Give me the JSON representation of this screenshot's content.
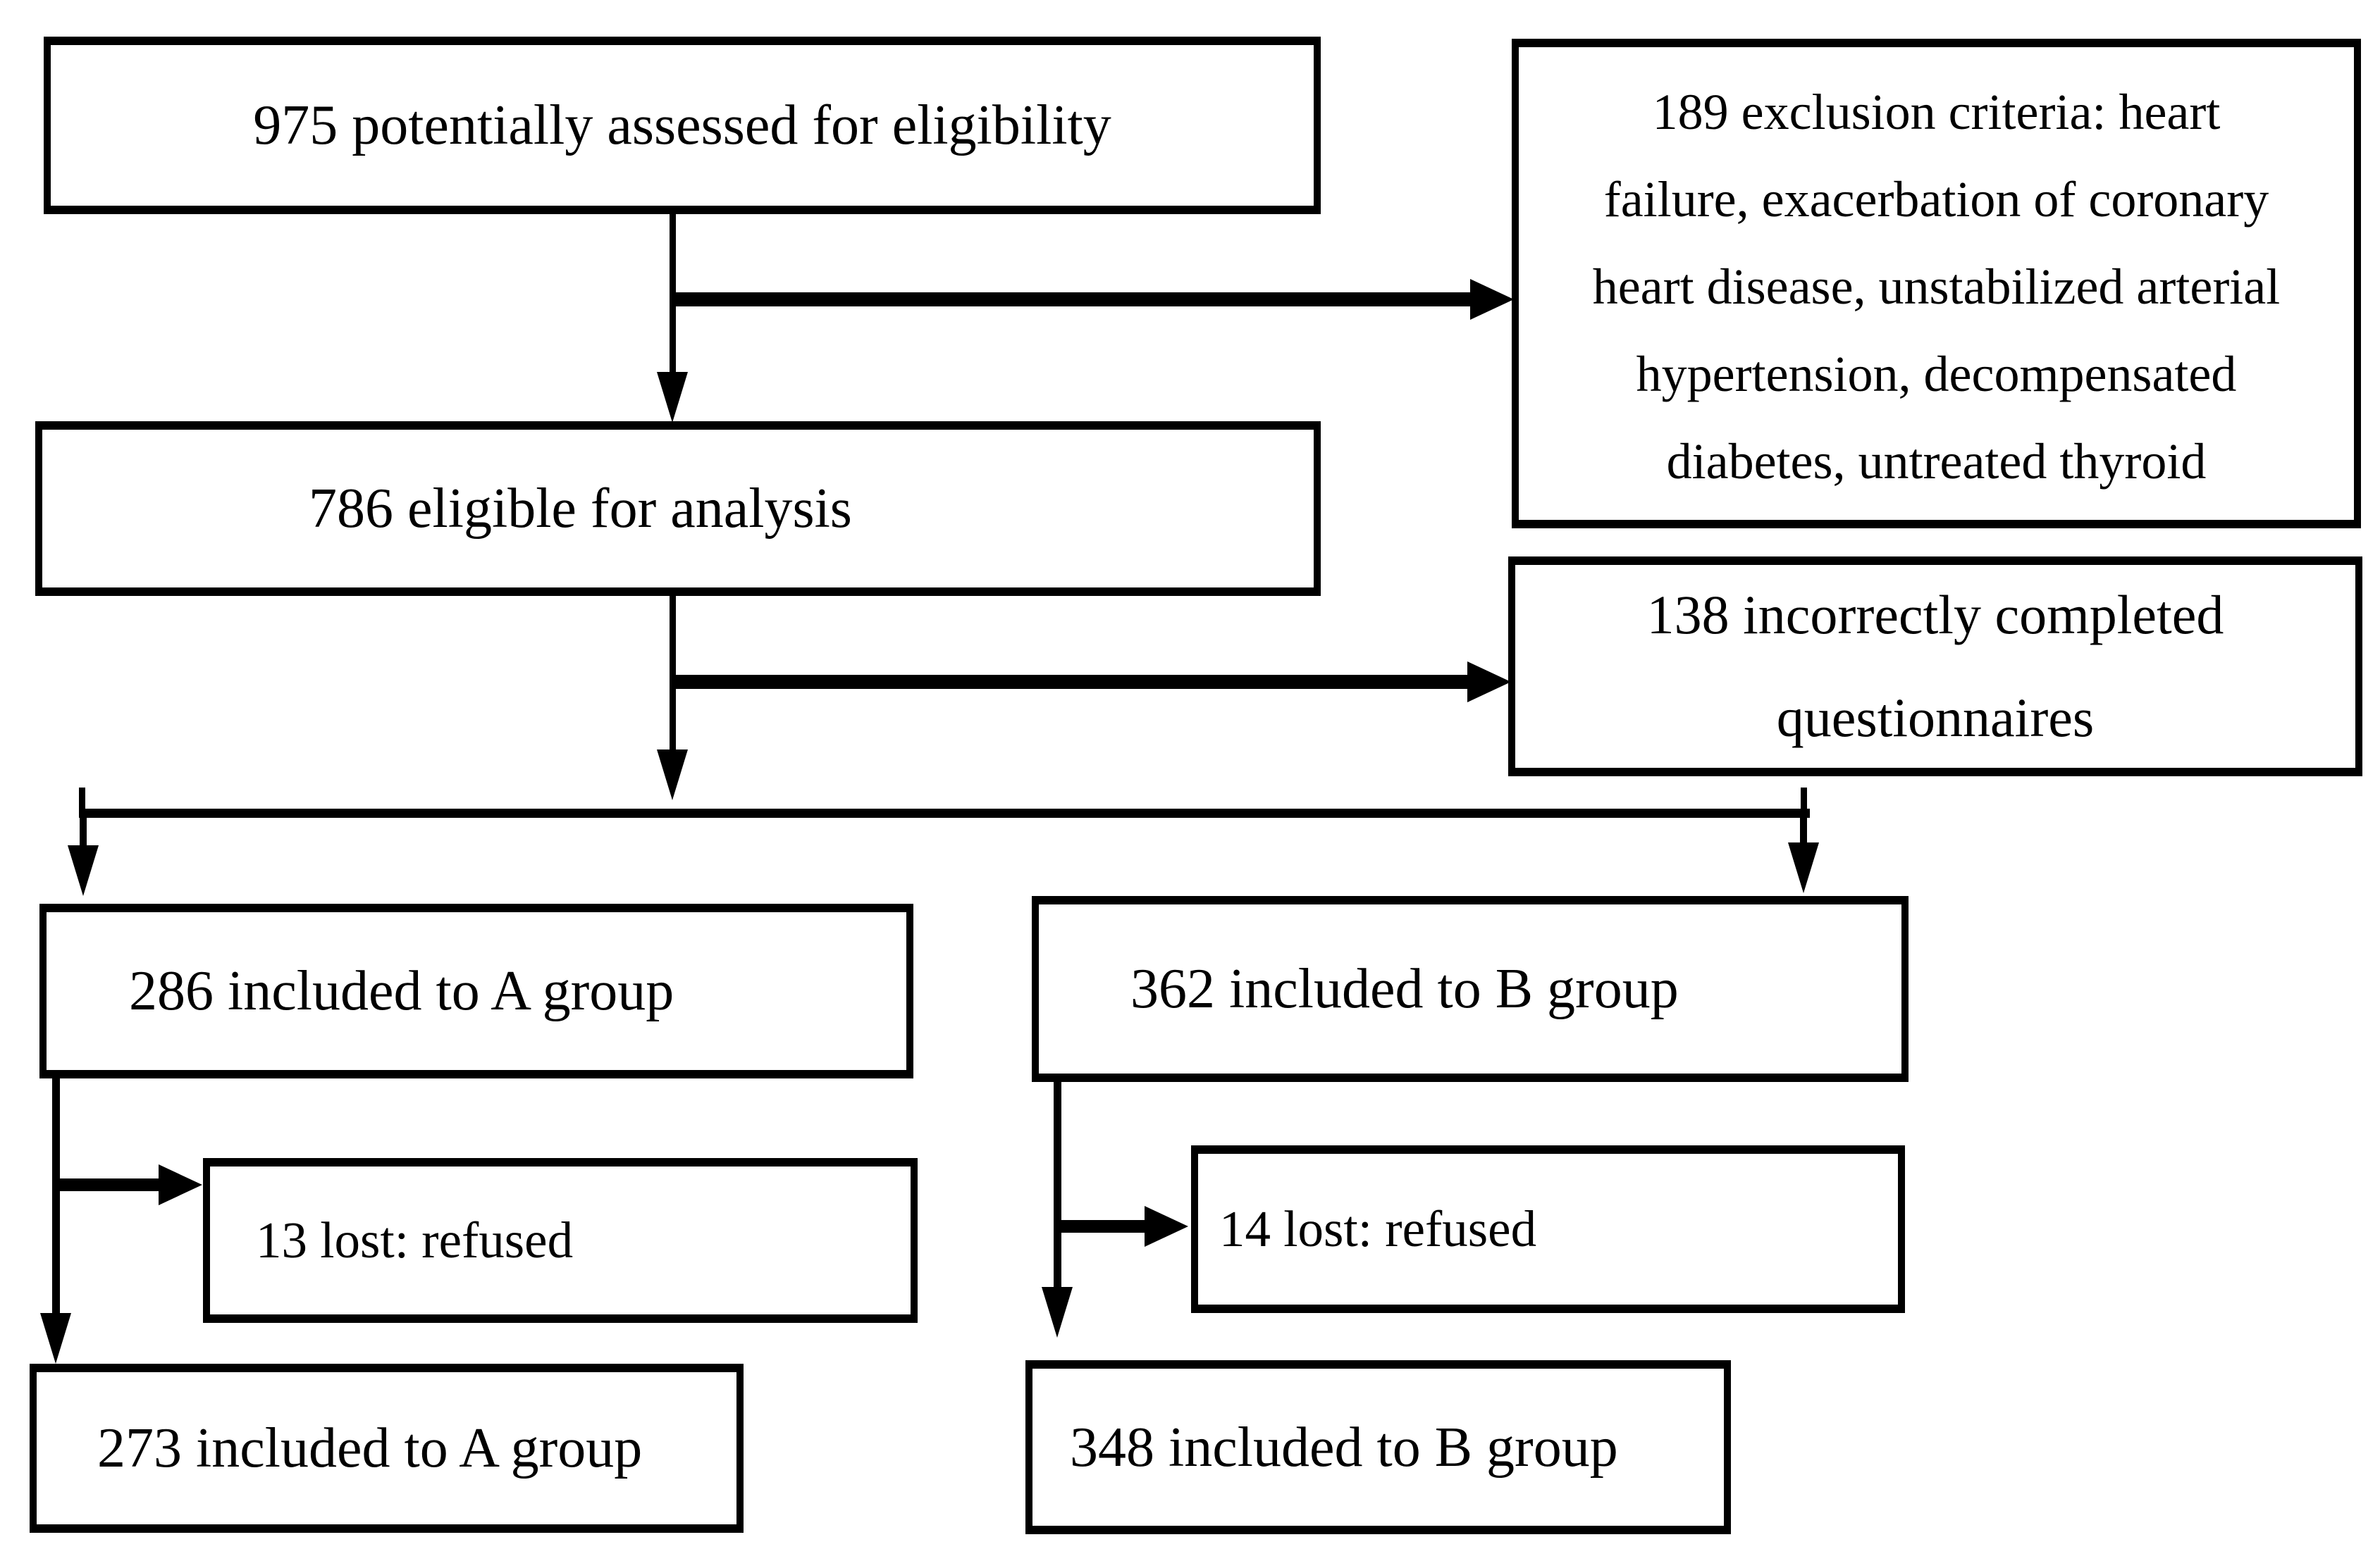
{
  "figure": {
    "background_color": "#ffffff",
    "stroke_color": "#000000"
  },
  "nodes": {
    "assessed": {
      "label": "975 potentially assessed for eligibility"
    },
    "exclusion": {
      "lines": [
        "189 exclusion criteria: heart",
        "failure, exacerbation of coronary",
        "heart disease, unstabilized arterial",
        "hypertension, decompensated",
        "diabetes, untreated thyroid"
      ]
    },
    "eligible": {
      "label": "786 eligible for analysis"
    },
    "questionnaires": {
      "lines": [
        "138 incorrectly completed",
        "questionnaires"
      ]
    },
    "group_a": {
      "label": "286 included to A group"
    },
    "group_b": {
      "label": "362 included to B group"
    },
    "lost_a": {
      "label": "13 lost: refused"
    },
    "lost_b": {
      "label": "14 lost: refused"
    },
    "final_a": {
      "label": "273 included to A group"
    },
    "final_b": {
      "label": "348 included to B group"
    }
  }
}
